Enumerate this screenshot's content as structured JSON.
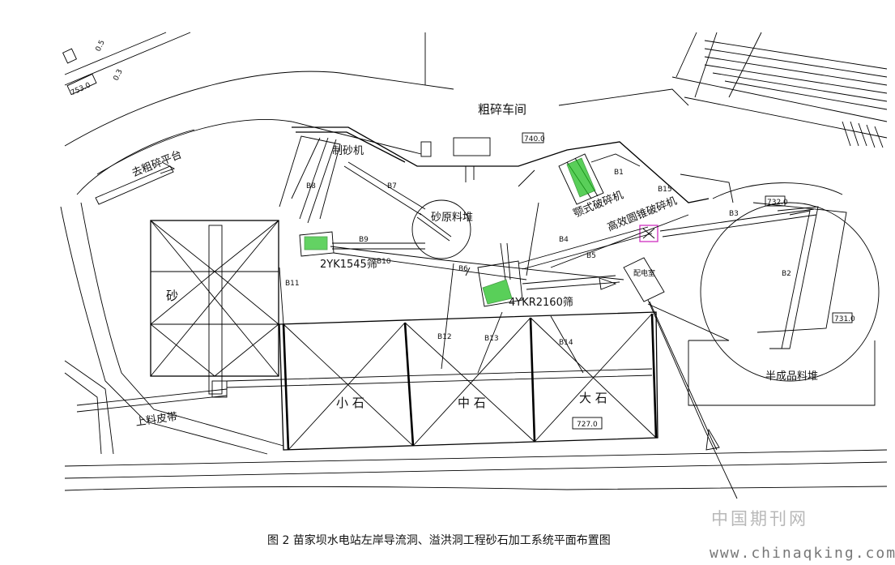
{
  "diagram": {
    "labels": {
      "coarse_crushing": "粗碎车间",
      "to_coarse_platform": "去粗碎平台",
      "sand_maker": "制砂机",
      "sand_raw_stockpile": "砂原料堆",
      "jaw_crusher": "颚式破碎机",
      "cone_crusher": "高效圆锥破碎机",
      "screen_2yk": "2YK1545筛",
      "screen_4ykr": "4YKR2160筛",
      "sand": "砂",
      "small_stone": "小 石",
      "medium_stone": "中 石",
      "large_stone": "大 石",
      "semi_product_stockpile": "半成品料堆",
      "feeding_belt": "上料皮带",
      "control_room": "配电室",
      "elev_727": "727.0",
      "elev_740": "740.0",
      "elev_732": "732.0",
      "elev_753": "753.0",
      "elev_731": "731.0",
      "slope_05": "0.5",
      "slope_03": "0.3"
    },
    "belts": [
      "B1",
      "B2",
      "B3",
      "B4",
      "B5",
      "B6",
      "B7",
      "B8",
      "B9",
      "B10",
      "B11",
      "B12",
      "B13",
      "B14",
      "B15"
    ]
  },
  "caption": "图 2 苗家坝水电站左岸导流洞、溢洪洞工程砂石加工系统平面布置图",
  "watermark": {
    "site_cn": "中国期刊网",
    "site_url": "www.chinaqking.com"
  },
  "colors": {
    "screen_highlight": "#22c022",
    "cone_highlight": "#d030c0"
  }
}
